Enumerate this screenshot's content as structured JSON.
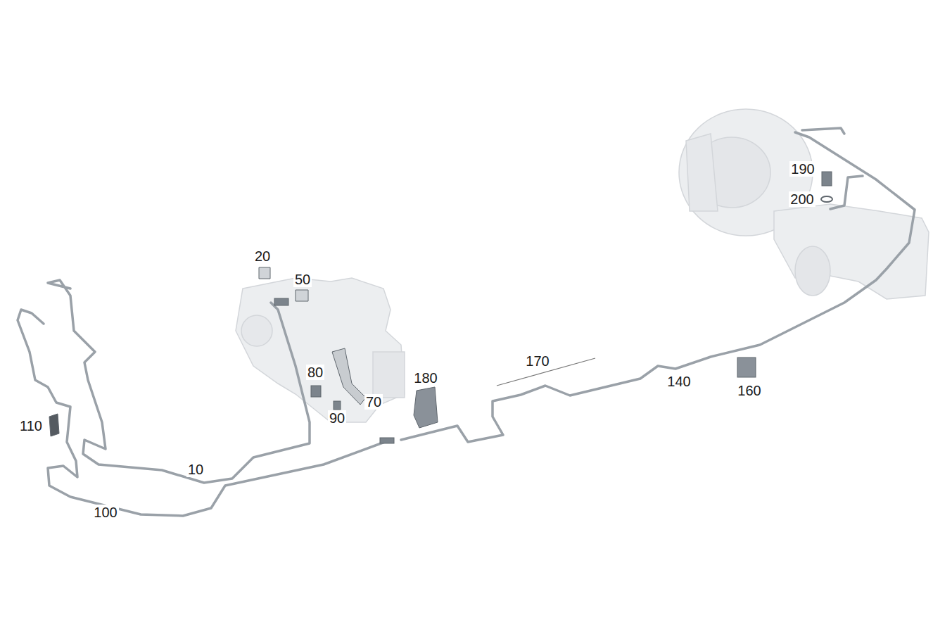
{
  "diagram": {
    "labels": [
      "190",
      "200",
      "20",
      "50",
      "170",
      "80",
      "180",
      "140",
      "70",
      "160",
      "90",
      "110",
      "10",
      "100"
    ]
  }
}
